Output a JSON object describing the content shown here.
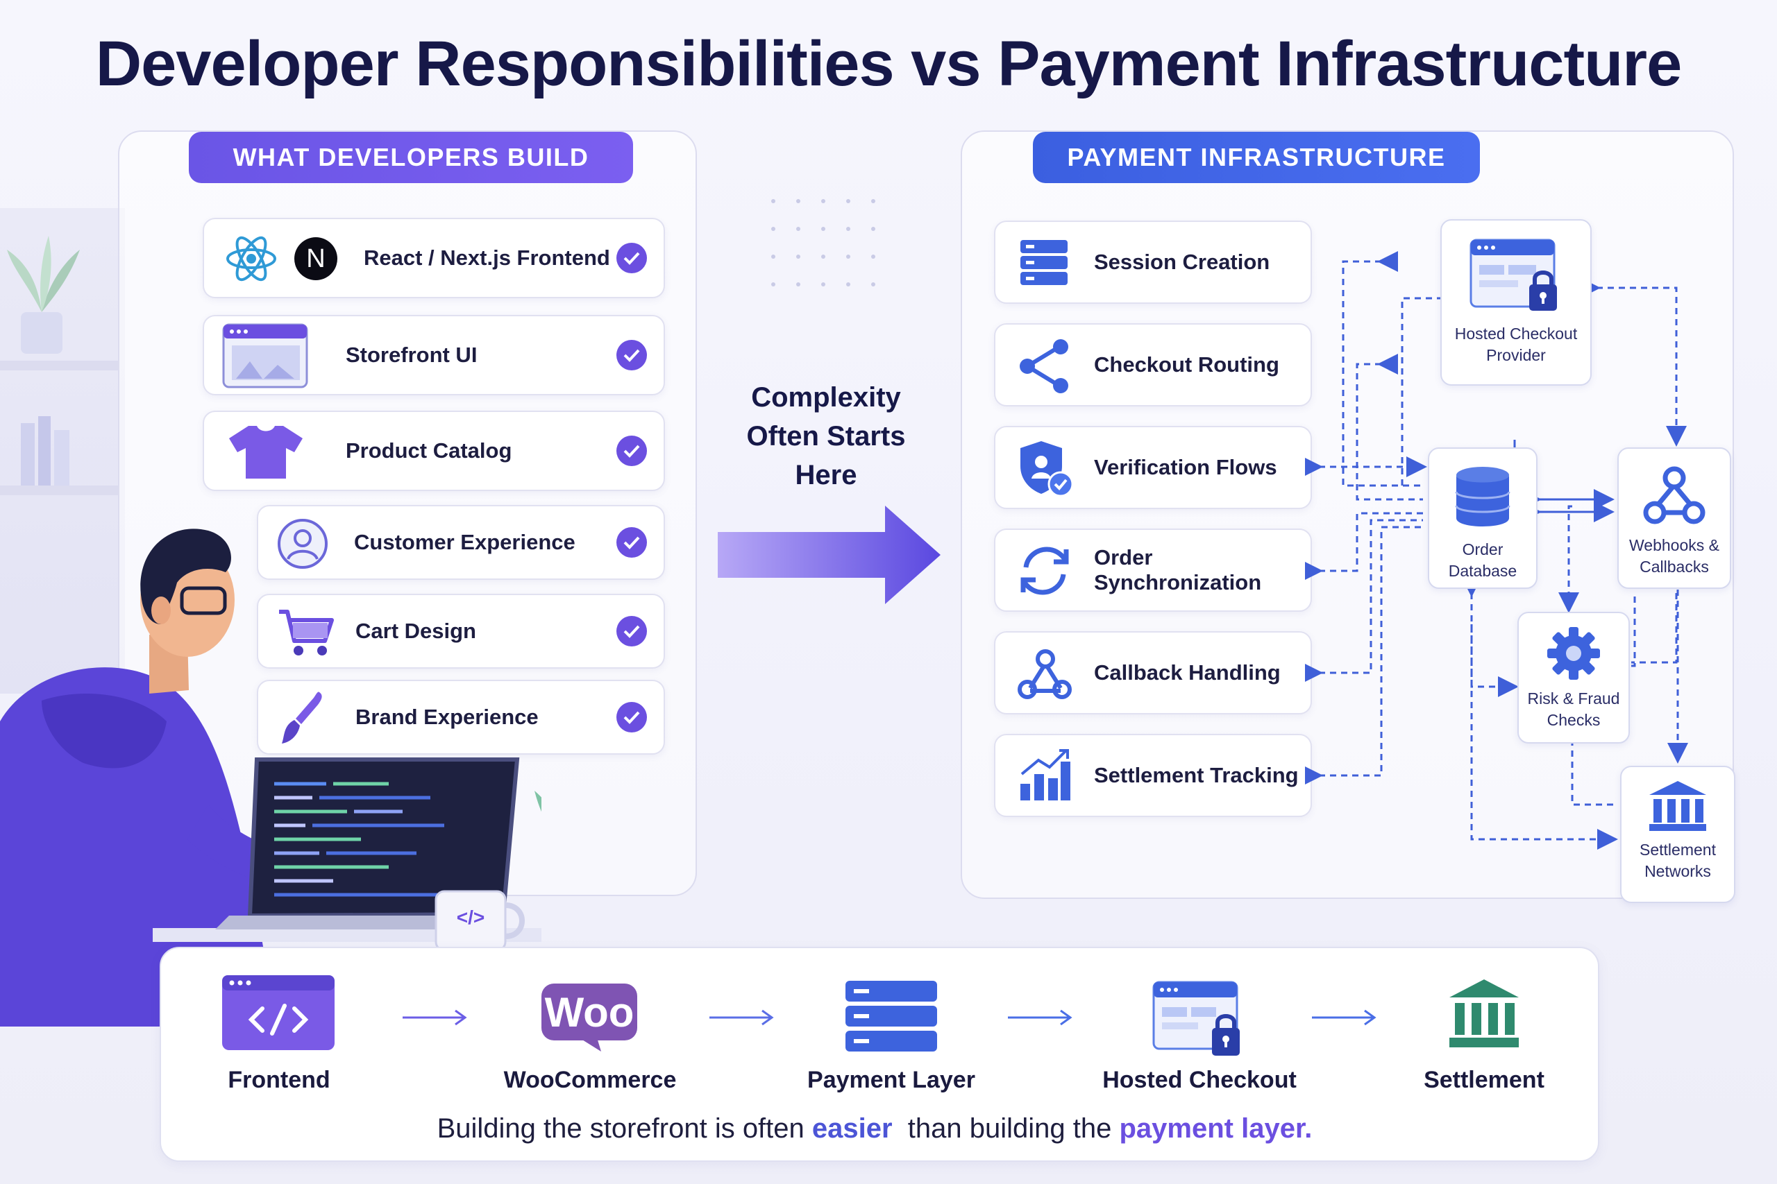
{
  "title": "Developer Responsibilities vs Payment Infrastructure",
  "left_panel": {
    "header": "WHAT DEVELOPERS BUILD",
    "items": [
      {
        "label": "React / Next.js Frontend",
        "icon": "react-icon"
      },
      {
        "label": "Storefront UI",
        "icon": "browser-window-icon"
      },
      {
        "label": "Product Catalog",
        "icon": "tshirt-icon"
      },
      {
        "label": "Customer Experience",
        "icon": "user-circle-icon"
      },
      {
        "label": "Cart Design",
        "icon": "shopping-cart-icon"
      },
      {
        "label": "Brand Experience",
        "icon": "paintbrush-icon"
      }
    ],
    "badge_letter": "N"
  },
  "middle": {
    "line1": "Complexity",
    "line2": "Often Starts",
    "line3": "Here"
  },
  "right_panel": {
    "header": "PAYMENT INFRASTRUCTURE",
    "items": [
      {
        "label": "Session Creation",
        "icon": "server-stack-icon"
      },
      {
        "label": "Checkout Routing",
        "icon": "share-nodes-icon"
      },
      {
        "label": "Verification Flows",
        "icon": "shield-check-icon"
      },
      {
        "label": "Order Synchronization",
        "icon": "sync-arrows-icon"
      },
      {
        "label": "Callback Handling",
        "icon": "webhook-icon"
      },
      {
        "label": "Settlement Tracking",
        "icon": "bar-chart-up-icon"
      }
    ],
    "nodes": {
      "hosted_checkout_1": "Hosted Checkout",
      "hosted_checkout_2": "Provider",
      "order_db_1": "Order",
      "order_db_2": "Database",
      "webhooks_1": "Webhooks &",
      "webhooks_2": "Callbacks",
      "risk_1": "Risk & Fraud",
      "risk_2": "Checks",
      "settlement_1": "Settlement",
      "settlement_2": "Networks"
    }
  },
  "flow": {
    "steps": [
      {
        "label": "Frontend",
        "icon": "code-window-icon"
      },
      {
        "label": "WooCommerce",
        "icon": "woo-logo-icon"
      },
      {
        "label": "Payment Layer",
        "icon": "server-stack-icon"
      },
      {
        "label": "Hosted Checkout",
        "icon": "secure-window-icon"
      },
      {
        "label": "Settlement",
        "icon": "bank-icon"
      }
    ],
    "woo_text": "Woo"
  },
  "tagline": {
    "part1": "Building the storefront is often ",
    "highlight1": "easier",
    "part2": "  than building the ",
    "highlight2": "payment layer."
  },
  "mug_text": "</>",
  "colors": {
    "purple": "#6b4fe0",
    "blue": "#3d63dd",
    "title": "#161848"
  }
}
